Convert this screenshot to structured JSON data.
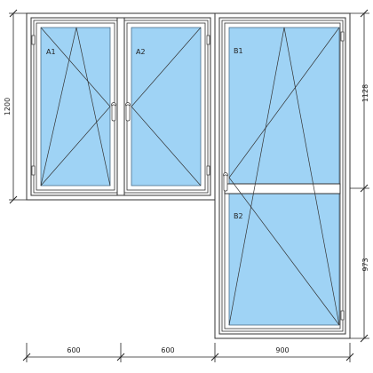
{
  "colors": {
    "glass": "#9fd3f5",
    "frame": "#ffffff",
    "line": "#333333"
  },
  "sash_labels": {
    "a1": "A1",
    "a2": "A2",
    "b1": "B1",
    "b2": "B2"
  },
  "dimensions": {
    "width_left": "600",
    "width_middle": "600",
    "width_right": "900",
    "height_window": "1200",
    "height_door_top": "1128",
    "height_door_bottom": "973"
  },
  "icons": {
    "hinge": "hinge-icon",
    "handle": "handle-icon"
  }
}
